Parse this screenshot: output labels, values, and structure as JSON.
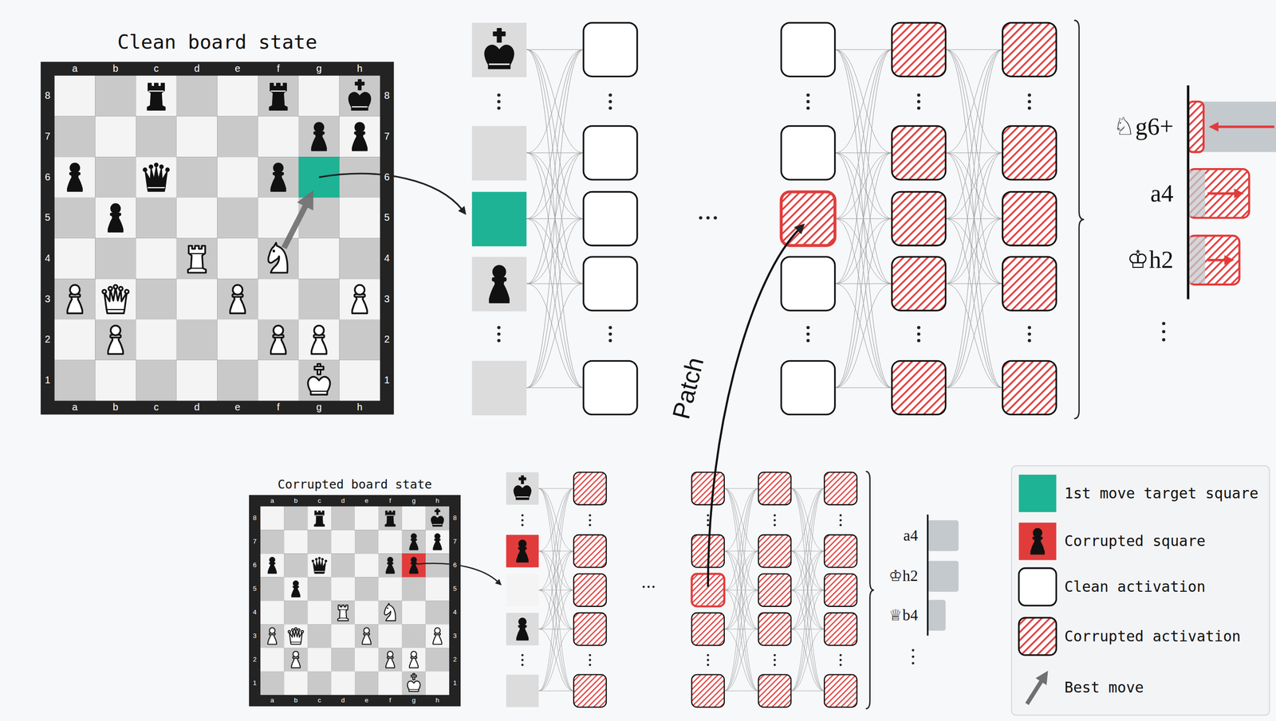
{
  "diagram": {
    "nodes": [
      {
        "text": [
          "Clean board state"
        ]
      },
      {
        "text": [
          "Corrupted board state"
        ]
      }
    ],
    "labels": [
      "a",
      "b",
      "c",
      "d",
      "e",
      "f",
      "g",
      "h",
      "8",
      "8",
      "7",
      "7",
      "6",
      "6",
      "5",
      "5",
      "4",
      "4",
      "3",
      "3",
      "2",
      "2",
      "1",
      "1",
      "a",
      "b",
      "c",
      "d",
      "e",
      "f",
      "g",
      "h",
      "a",
      "b",
      "c",
      "d",
      "e",
      "f",
      "g",
      "h",
      "8",
      "8",
      "7",
      "7",
      "6",
      "6",
      "5",
      "5",
      "4",
      "4",
      "3",
      "3",
      "2",
      "2",
      "1",
      "1",
      "a",
      "b",
      "c",
      "d",
      "e",
      "f",
      "g",
      "h",
      "Patch",
      "♘g6+",
      "a4",
      "♔h2",
      "a4",
      "♔h2",
      "♕b4"
    ],
    "legend": [
      {
        "text": "1st move target square",
        "color": "#1db394"
      },
      {
        "text": "Corrupted square",
        "color": "#e23b3b"
      },
      {
        "text": "Clean activation"
      },
      {
        "text": "Corrupted activation"
      },
      {
        "text": "Best move"
      }
    ]
  }
}
